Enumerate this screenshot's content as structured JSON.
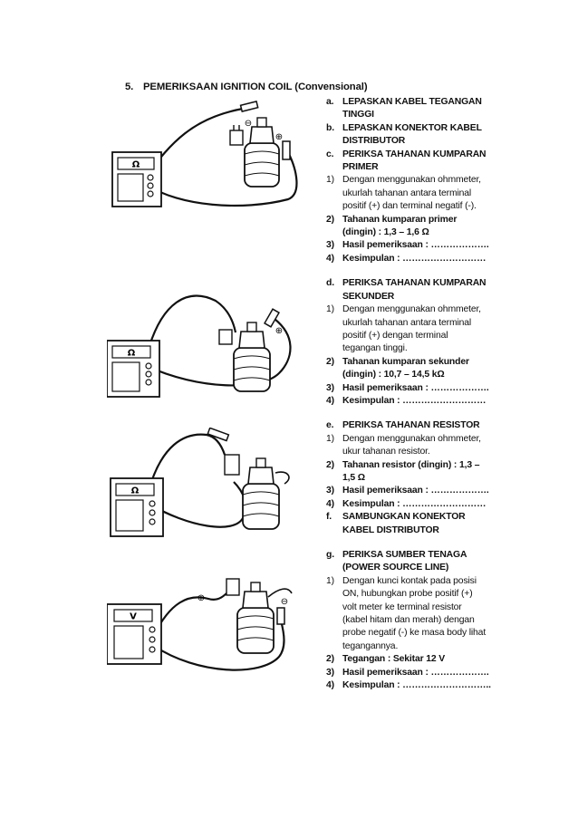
{
  "heading": {
    "number": "5.",
    "title": "PEMERIKSAAN IGNITION COIL (Convensional)"
  },
  "figures": [
    {
      "meter_symbol": "Ω",
      "minus": "⊖",
      "plus": "⊕"
    },
    {
      "meter_symbol": "Ω",
      "plus": "⊕"
    },
    {
      "meter_symbol": "Ω"
    },
    {
      "meter_symbol": "V",
      "minus": "⊖",
      "plus": "⊕"
    }
  ],
  "steps": [
    {
      "marker": "a.",
      "text": "LEPASKAN KABEL TEGANGAN",
      "bold": true
    },
    {
      "marker": "",
      "text": "TINGGI",
      "bold": true
    },
    {
      "marker": "b.",
      "text": "LEPASKAN KONEKTOR KABEL",
      "bold": true
    },
    {
      "marker": "",
      "text": "DISTRIBUTOR",
      "bold": true
    },
    {
      "marker": "c.",
      "text": "PERIKSA TAHANAN KUMPARAN",
      "bold": true
    },
    {
      "marker": "",
      "text": "PRIMER",
      "bold": true
    },
    {
      "marker": "1)",
      "text": "Dengan menggunakan ohmmeter,",
      "bold": false
    },
    {
      "marker": "",
      "text": "ukurlah tahanan antara terminal",
      "bold": false
    },
    {
      "marker": "",
      "text": "positif (+) dan terminal negatif (-).",
      "bold": false
    },
    {
      "marker": "2)",
      "text": "Tahanan kumparan primer",
      "bold": true
    },
    {
      "marker": "",
      "text": "(dingin) : 1,3 – 1,6 Ω",
      "bold": true
    },
    {
      "marker": "3)",
      "text": "Hasil pemeriksaan : ……………….",
      "bold": true
    },
    {
      "marker": "4)",
      "text": "Kesimpulan : ………………………",
      "bold": true
    },
    {
      "gap": true
    },
    {
      "marker": "d.",
      "text": "PERIKSA TAHANAN KUMPARAN",
      "bold": true
    },
    {
      "marker": "",
      "text": "SEKUNDER",
      "bold": true
    },
    {
      "marker": "1)",
      "text": "Dengan menggunakan ohmmeter,",
      "bold": false
    },
    {
      "marker": "",
      "text": "ukurlah tahanan antara terminal",
      "bold": false
    },
    {
      "marker": "",
      "text": "positif (+) dengan terminal",
      "bold": false
    },
    {
      "marker": "",
      "text": "tegangan tinggi.",
      "bold": false
    },
    {
      "marker": "2)",
      "text": "Tahanan kumparan sekunder",
      "bold": true
    },
    {
      "marker": "",
      "text": "(dingin) : 10,7 – 14,5 kΩ",
      "bold": true
    },
    {
      "marker": "3)",
      "text": "Hasil pemeriksaan : ……………….",
      "bold": true
    },
    {
      "marker": "4)",
      "text": "Kesimpulan : ………………………",
      "bold": true
    },
    {
      "gap": true
    },
    {
      "marker": "e.",
      "text": "PERIKSA TAHANAN RESISTOR",
      "bold": true
    },
    {
      "marker": "1)",
      "text": "Dengan menggunakan ohmmeter,",
      "bold": false
    },
    {
      "marker": "",
      "text": "ukur tahanan resistor.",
      "bold": false
    },
    {
      "marker": "2)",
      "text": "Tahanan resistor (dingin) : 1,3 –",
      "bold": true
    },
    {
      "marker": "",
      "text": "1,5 Ω",
      "bold": true
    },
    {
      "marker": "3)",
      "text": "Hasil pemeriksaan : ……………….",
      "bold": true
    },
    {
      "marker": "4)",
      "text": "Kesimpulan : ………………………",
      "bold": true
    },
    {
      "marker": "f.",
      "text": "SAMBUNGKAN KONEKTOR",
      "bold": true
    },
    {
      "marker": "",
      "text": "KABEL DISTRIBUTOR",
      "bold": true
    },
    {
      "gap": true
    },
    {
      "marker": "g.",
      "text": "PERIKSA SUMBER TENAGA",
      "bold": true
    },
    {
      "marker": "",
      "text": "(POWER SOURCE LINE)",
      "bold": true
    },
    {
      "marker": "1)",
      "text": "Dengan kunci kontak pada posisi",
      "bold": false
    },
    {
      "marker": "",
      "text": "ON, hubungkan probe positif (+)",
      "bold": false
    },
    {
      "marker": "",
      "text": "volt meter ke terminal resistor",
      "bold": false
    },
    {
      "marker": "",
      "text": "(kabel hitam dan merah) dengan",
      "bold": false
    },
    {
      "marker": "",
      "text": "probe negatif (-) ke masa body lihat",
      "bold": false
    },
    {
      "marker": "",
      "text": "tegangannya.",
      "bold": false
    },
    {
      "marker": "2)",
      "text": "Tegangan : Sekitar 12 V",
      "bold": true
    },
    {
      "marker": "3)",
      "text": "Hasil pemeriksaan : ……………….",
      "bold": true
    },
    {
      "marker": "4)",
      "text": "Kesimpulan : ………………………..",
      "bold": true
    }
  ]
}
